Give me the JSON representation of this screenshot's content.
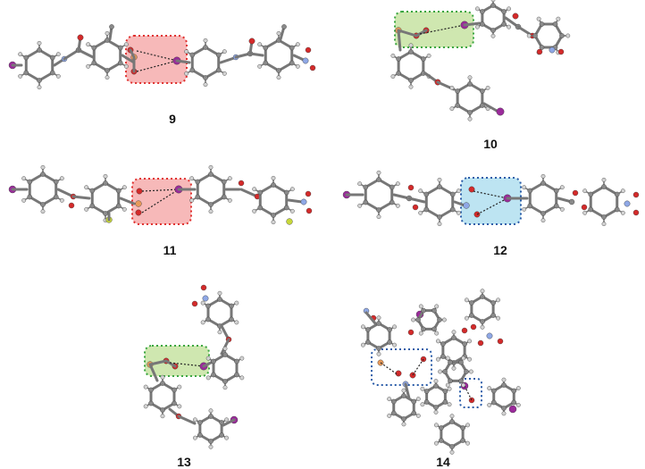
{
  "panels": [
    {
      "id": "p9",
      "label": "9",
      "highlight": "red",
      "color": "#e0312f",
      "fill": "#f7b9b9"
    },
    {
      "id": "p10",
      "label": "10",
      "highlight": "green",
      "color": "#3aa640",
      "fill": "#cfe7b0"
    },
    {
      "id": "p11",
      "label": "11",
      "highlight": "red",
      "color": "#e0312f",
      "fill": "#f7b9b9"
    },
    {
      "id": "p12",
      "label": "12",
      "highlight": "blue",
      "color": "#2a5ca8",
      "fill": "#bde4f2"
    },
    {
      "id": "p13",
      "label": "13",
      "highlight": "green",
      "color": "#3aa640",
      "fill": "#cfe7b0"
    },
    {
      "id": "p14",
      "label": "14",
      "highlight": "blue",
      "color": "#2a5ca8",
      "fill": "none"
    }
  ],
  "atom_colors": {
    "carbon": "#8a8a8a",
    "hydrogen": "#d2d2d2",
    "oxygen": "#d42a2a",
    "nitrogen": "#8fa8e6",
    "iodine": "#9b2b9b",
    "fluorine": "#c8d83a",
    "boron": "#e89a5a"
  }
}
